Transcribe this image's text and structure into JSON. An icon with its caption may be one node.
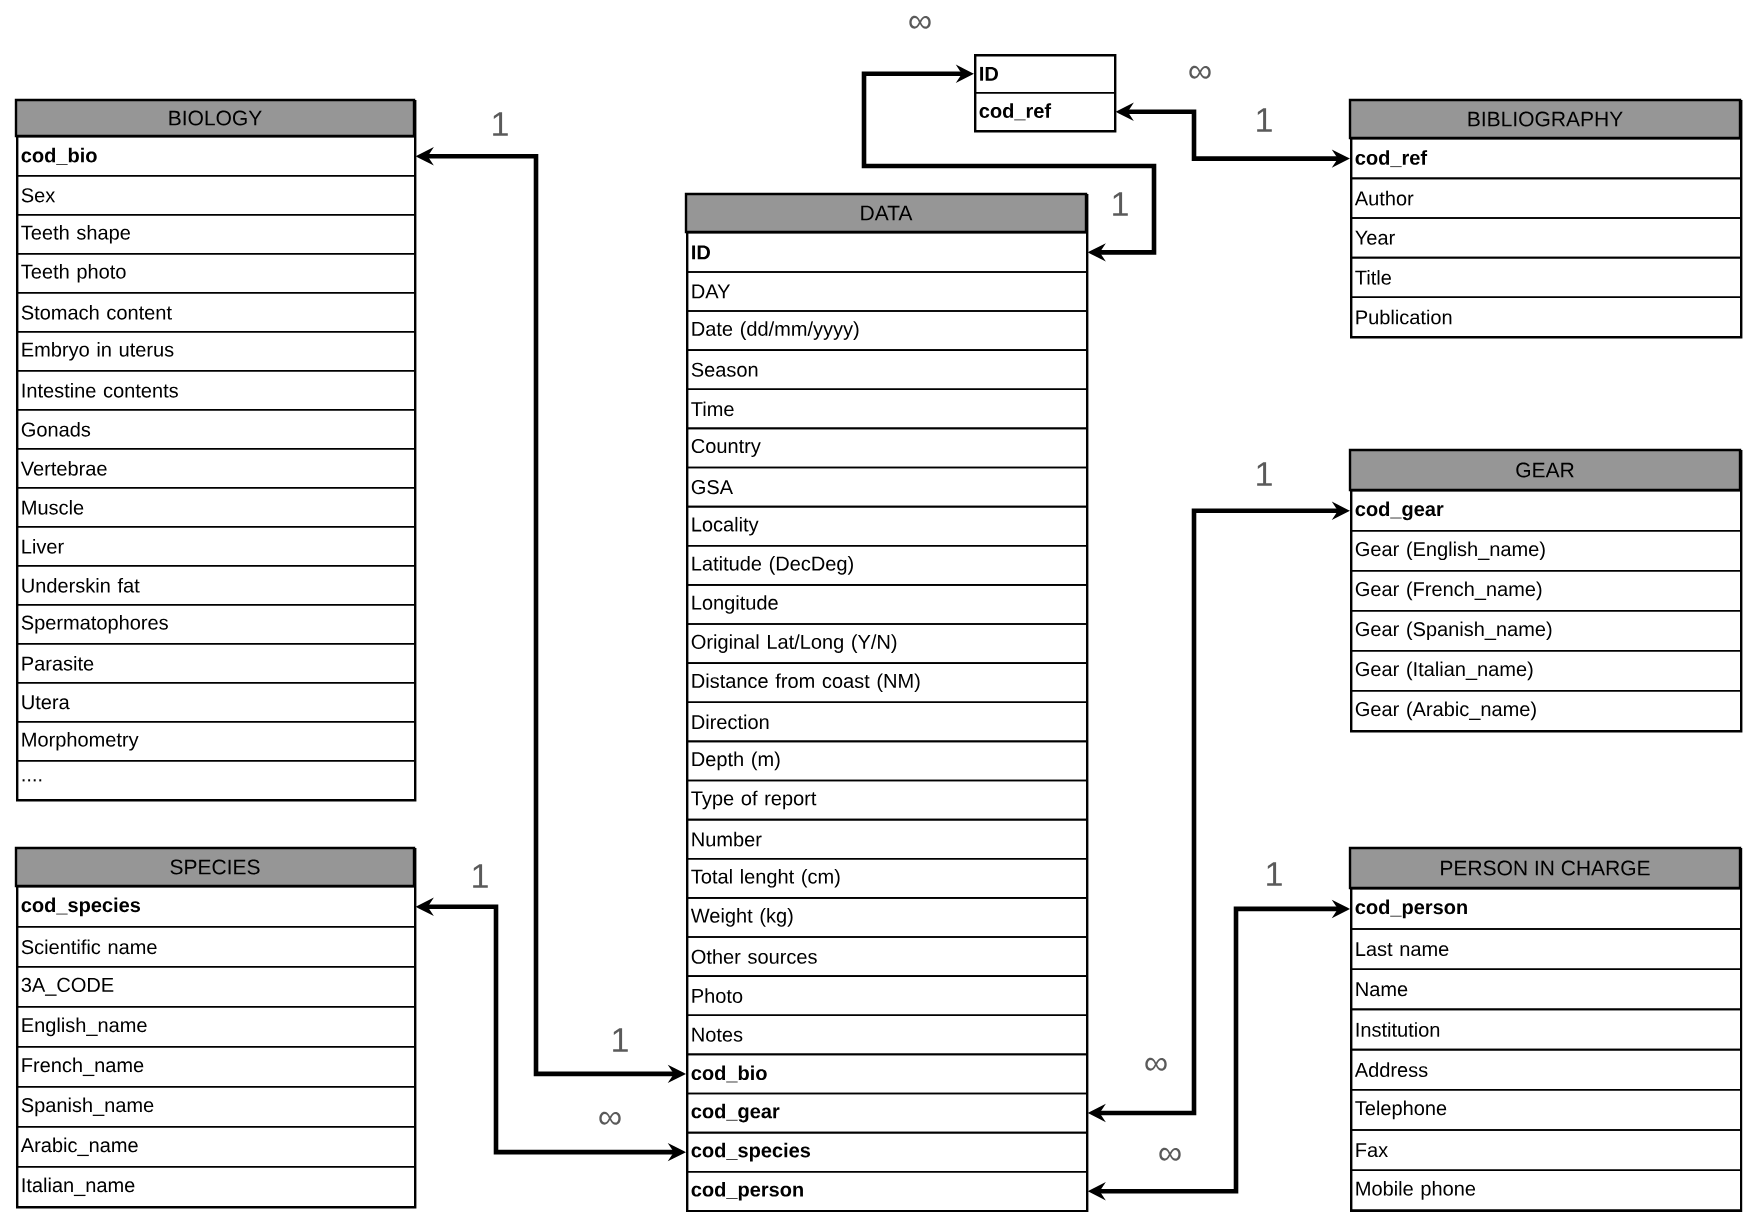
{
  "diagram": {
    "nodes": [
      {
        "text": [],
        "shape": "box"
      },
      {
        "text": [
          "ID"
        ],
        "in": 0
      },
      {
        "text": [
          "cod_ref"
        ],
        "in": 0
      },
      {
        "text": [
          "BIOLOGY"
        ]
      },
      {
        "text": [
          "cod_bio"
        ],
        "in": 3
      },
      {
        "text": [
          "Sex"
        ],
        "in": 3
      },
      {
        "text": [
          "Teeth shape"
        ],
        "in": 3
      },
      {
        "text": [
          "Teeth photo"
        ],
        "in": 3
      },
      {
        "text": [
          "Stomach content"
        ],
        "in": 3
      },
      {
        "text": [
          "Embryo in uterus"
        ],
        "in": 3
      },
      {
        "text": [
          "Intestine contents"
        ],
        "in": 3
      },
      {
        "text": [
          "Gonads"
        ],
        "in": 3
      },
      {
        "text": [
          "Vertebrae"
        ],
        "in": 3
      },
      {
        "text": [
          "Muscle"
        ],
        "in": 3
      },
      {
        "text": [
          "Liver"
        ],
        "in": 3
      },
      {
        "text": [
          "Underskin fat"
        ],
        "in": 3
      },
      {
        "text": [
          "Spermatophores"
        ],
        "in": 3
      },
      {
        "text": [
          "Parasite"
        ],
        "in": 3
      },
      {
        "text": [
          "Utera"
        ],
        "in": 3
      },
      {
        "text": [
          "Morphometry"
        ],
        "in": 3
      },
      {
        "text": [
          "...."
        ],
        "in": 3
      },
      {
        "text": [
          "DATA"
        ]
      },
      {
        "text": [
          "ID"
        ],
        "in": 21
      },
      {
        "text": [
          "DAY"
        ],
        "in": 21
      },
      {
        "text": [
          "Date (dd/mm/yyyy)"
        ],
        "in": 21
      },
      {
        "text": [
          "Season"
        ],
        "in": 21
      },
      {
        "text": [
          "Time"
        ],
        "in": 21
      },
      {
        "text": [
          "Country"
        ],
        "in": 21
      },
      {
        "text": [
          "GSA"
        ],
        "in": 21
      },
      {
        "text": [
          "Locality"
        ],
        "in": 21
      },
      {
        "text": [
          "Latitude (DecDeg)"
        ],
        "in": 21
      },
      {
        "text": [
          "Longitude"
        ],
        "in": 21
      },
      {
        "text": [
          "Original Lat/Long (Y/N)"
        ],
        "in": 21
      },
      {
        "text": [
          "Distance from coast (NM)"
        ],
        "in": 21
      },
      {
        "text": [
          "Direction"
        ],
        "in": 21
      },
      {
        "text": [
          "Depth (m)"
        ],
        "in": 21
      },
      {
        "text": [
          "Type of report"
        ],
        "in": 21
      },
      {
        "text": [
          "Number"
        ],
        "in": 21
      },
      {
        "text": [
          "Total lenght (cm)"
        ],
        "in": 21
      },
      {
        "text": [
          "Weight (kg)"
        ],
        "in": 21
      },
      {
        "text": [
          "Other sources"
        ],
        "in": 21
      },
      {
        "text": [
          "Photo"
        ],
        "in": 21
      },
      {
        "text": [
          "Notes"
        ],
        "in": 21
      },
      {
        "text": [
          "cod_bio"
        ],
        "in": 21
      },
      {
        "text": [
          "cod_gear"
        ],
        "in": 21
      },
      {
        "text": [
          "cod_species"
        ],
        "in": 21
      },
      {
        "text": [
          "cod_person"
        ],
        "in": 21
      },
      {
        "text": [
          "BIBLIOGRAPHY"
        ]
      },
      {
        "text": [
          "cod_ref"
        ],
        "in": 47
      },
      {
        "text": [
          "Author"
        ],
        "in": 47
      },
      {
        "text": [
          "Year"
        ],
        "in": 47
      },
      {
        "text": [
          "Title"
        ],
        "in": 47
      },
      {
        "text": [
          "Publication"
        ],
        "in": 47
      },
      {
        "text": [
          "GEAR"
        ]
      },
      {
        "text": [
          "cod_gear"
        ],
        "in": 53
      },
      {
        "text": [
          "Gear (English_name)"
        ],
        "in": 53
      },
      {
        "text": [
          "Gear (French_name)"
        ],
        "in": 53
      },
      {
        "text": [
          "Gear (Spanish_name)"
        ],
        "in": 53
      },
      {
        "text": [
          "Gear (Italian_name)"
        ],
        "in": 53
      },
      {
        "text": [
          "Gear (Arabic_name)"
        ],
        "in": 53
      },
      {
        "text": [
          "SPECIES"
        ]
      },
      {
        "text": [
          "cod_species"
        ],
        "in": 60
      },
      {
        "text": [
          "Scientific name"
        ],
        "in": 60
      },
      {
        "text": [
          "3A_CODE"
        ],
        "in": 60
      },
      {
        "text": [
          "English_name"
        ],
        "in": 60
      },
      {
        "text": [
          "French_name"
        ],
        "in": 60
      },
      {
        "text": [
          "Spanish_name"
        ],
        "in": 60
      },
      {
        "text": [
          "Arabic_name"
        ],
        "in": 60
      },
      {
        "text": [
          "Italian_name"
        ],
        "in": 60
      },
      {
        "text": [
          "PERSON IN CHARGE"
        ]
      },
      {
        "text": [
          "cod_person"
        ],
        "in": 69
      },
      {
        "text": [
          "Last name"
        ],
        "in": 69
      },
      {
        "text": [
          "Name"
        ],
        "in": 69
      },
      {
        "text": [
          "Institution"
        ],
        "in": 69
      },
      {
        "text": [
          "Address"
        ],
        "in": 69
      },
      {
        "text": [
          "Telephone"
        ],
        "in": 69
      },
      {
        "text": [
          "Fax"
        ],
        "in": 69
      },
      {
        "text": [
          "Mobile phone"
        ],
        "in": 69
      }
    ],
    "edges": [
      {
        "from": 22,
        "to": 1,
        "arrow": "both"
      },
      {
        "from": 2,
        "to": 48,
        "arrow": "both"
      },
      {
        "from": 4,
        "to": 43,
        "arrow": "both"
      },
      {
        "from": 61,
        "to": 45,
        "arrow": "both"
      },
      {
        "from": 54,
        "to": 44,
        "arrow": "both"
      },
      {
        "from": 70,
        "to": 46,
        "arrow": "both"
      }
    ],
    "labels": [
      "∞",
      "∞",
      "1",
      "1",
      "1",
      "1",
      "1",
      "1",
      "1",
      "∞",
      "∞",
      "∞"
    ]
  }
}
